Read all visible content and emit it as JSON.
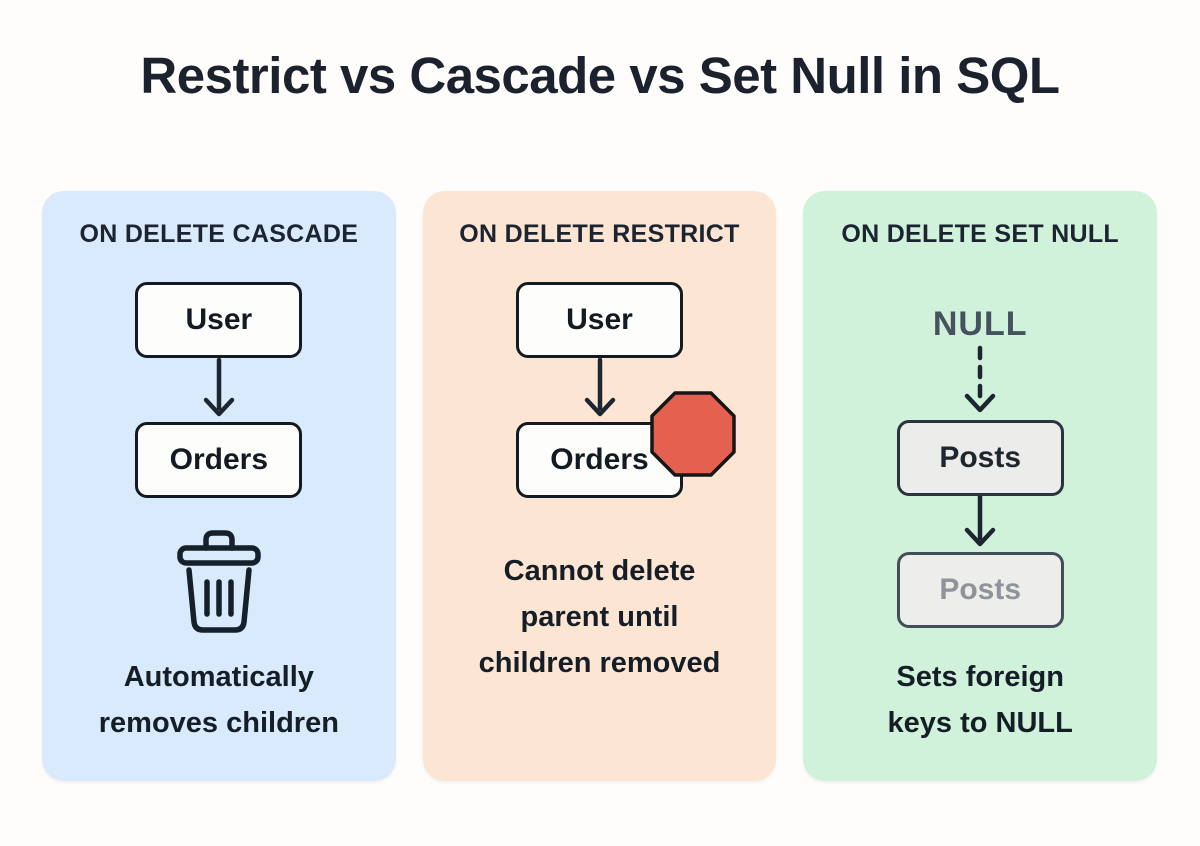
{
  "page": {
    "title": "Restrict vs Cascade vs Set Null in SQL"
  },
  "colors": {
    "cascade_panel_bg": "#d9eafc",
    "restrict_panel_bg": "#fde5d3",
    "setnull_panel_bg": "#d0f1da",
    "stop_sign_red": "#e5614f",
    "box_bg": "#fdfdfc",
    "grayed_box_bg": "#ededeb",
    "title_text": "#1b222e",
    "body_text": "#151d27",
    "null_text": "#46525f",
    "grayed_text": "#8f949b"
  },
  "panels": [
    {
      "heading": "ON DELETE CASCADE",
      "parent_box": "User",
      "child_box": "Orders",
      "icon": "trash-icon",
      "caption": "Automatically\nremoves children"
    },
    {
      "heading": "ON DELETE RESTRICT",
      "parent_box": "User",
      "child_box": "Orders",
      "icon": "stop-octagon-icon",
      "caption": "Cannot delete\nparent until\nchildren removed"
    },
    {
      "heading": "ON DELETE SET NULL",
      "null_label": "NULL",
      "parent_box": "Posts",
      "child_box": "Posts",
      "caption": "Sets foreign\nkeys to NULL"
    }
  ]
}
